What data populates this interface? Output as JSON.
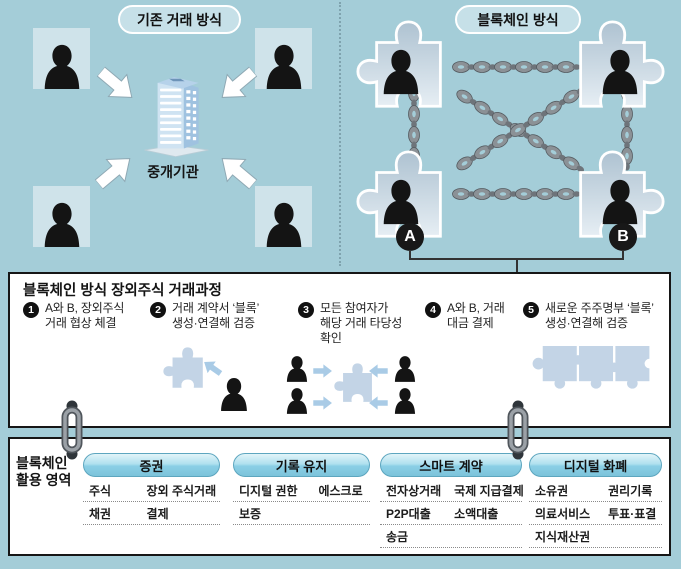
{
  "colors": {
    "background": "#a4cdd8",
    "panel_title_pill": "#c6e0e8",
    "box_background": "#ffffff",
    "box_border": "#161616",
    "category_pill": "#8ccfe3",
    "silhouette": "#141414",
    "puzzle_fill": "#c3d4e6",
    "chain": "#8b9196"
  },
  "icons": {
    "person-silhouette-icon": "black bust silhouette",
    "building-icon": "3d office building illustration",
    "puzzle-piece-icon": "jigsaw puzzle block",
    "chain-icon": "metal chain links",
    "block-arrow-icon": "thick flow arrow",
    "chain-link-connector-icon": "single chain link joining boxes"
  },
  "top_left": {
    "title": "기존 거래 방식",
    "building_label": "중개기관"
  },
  "top_right": {
    "title": "블록체인 방식",
    "badge_a": "A",
    "badge_b": "B"
  },
  "process": {
    "title": "블록체인 방식 장외주식 거래과정",
    "steps": [
      {
        "num": "1",
        "lines": [
          "A와 B, 장외주식",
          "거래 협상 체결"
        ]
      },
      {
        "num": "2",
        "lines": [
          "거래 계약서 ‘블록’",
          "생성·연결해 검증"
        ]
      },
      {
        "num": "3",
        "lines": [
          "모든 참여자가",
          "해당 거래 타당성",
          "확인"
        ]
      },
      {
        "num": "4",
        "lines": [
          "A와 B, 거래",
          "대금 결제"
        ]
      },
      {
        "num": "5",
        "lines": [
          "새로운 주주명부 ‘블록’",
          "생성·연결해 검증"
        ]
      }
    ]
  },
  "usage": {
    "label_lines": [
      "블록체인",
      "활용 영역"
    ],
    "columns": [
      {
        "header": "증권",
        "rows": [
          [
            "주식",
            "장외 주식거래"
          ],
          [
            "채권",
            "결제"
          ]
        ]
      },
      {
        "header": "기록 유지",
        "rows": [
          [
            "디지털 권한",
            "에스크로"
          ],
          [
            "보증"
          ]
        ]
      },
      {
        "header": "스마트 계약",
        "rows": [
          [
            "전자상거래",
            "국제 지급결제"
          ],
          [
            "P2P대출",
            "소액대출"
          ],
          [
            "송금"
          ]
        ]
      },
      {
        "header": "디지털 화폐",
        "rows": [
          [
            "소유권",
            "권리기록"
          ],
          [
            "의료서비스",
            "투표·표결"
          ],
          [
            "지식재산권"
          ]
        ]
      }
    ]
  }
}
